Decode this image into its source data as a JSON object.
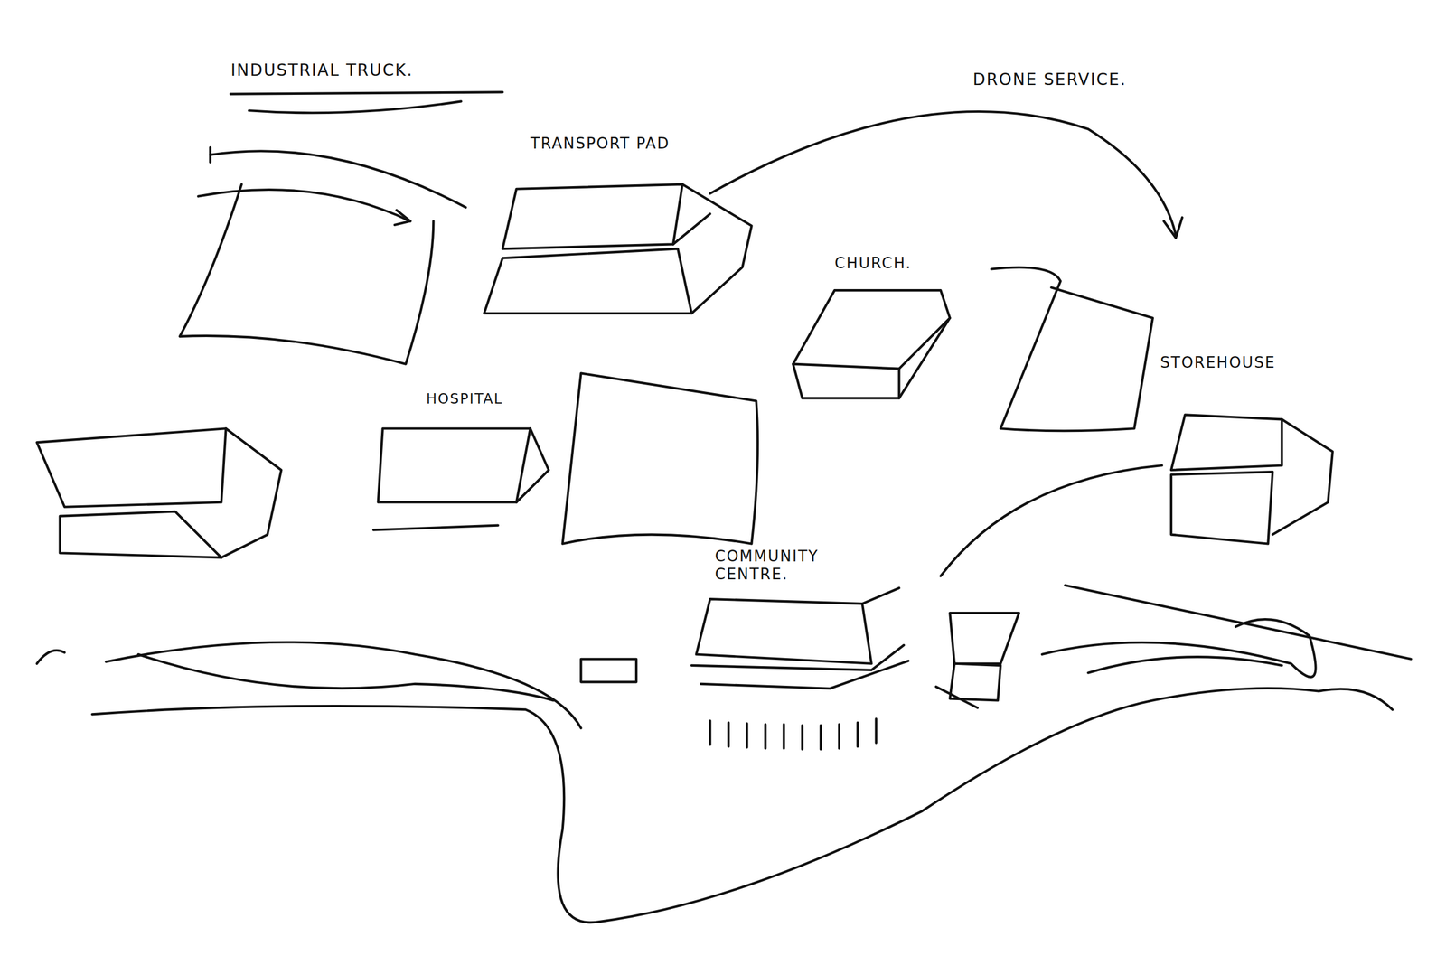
{
  "diagram": {
    "labels": [
      "INDUSTRIAL TRUCK.",
      "DRONE SERVICE.",
      "TRANSPORT PAD",
      "CHURCH.",
      "STOREHOUSE",
      "HOSPITAL",
      "COMMUNITY CENTRE."
    ]
  }
}
